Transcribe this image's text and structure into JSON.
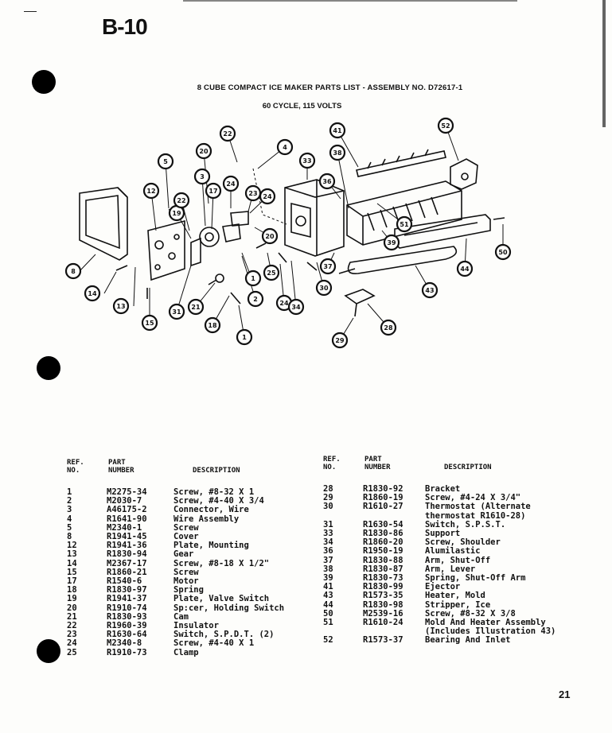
{
  "page_id": "B-10",
  "page_number": "21",
  "title": "8 CUBE COMPACT ICE MAKER PARTS LIST - ASSEMBLY NO. D72617-1",
  "subtitle": "60 CYCLE, 115 VOLTS",
  "columns": {
    "ref": "REF.\nNO.",
    "part": "PART\nNUMBER",
    "description": "DESCRIPTION"
  },
  "callouts": [
    "1",
    "2",
    "3",
    "4",
    "5",
    "8",
    "12",
    "13",
    "14",
    "15",
    "17",
    "18",
    "19",
    "20",
    "21",
    "22",
    "23",
    "24",
    "25",
    "28",
    "29",
    "30",
    "31",
    "33",
    "34",
    "36",
    "37",
    "38",
    "39",
    "41",
    "43",
    "44",
    "50",
    "51",
    "52"
  ],
  "left_parts": [
    {
      "ref": "1",
      "part": "M2275-34",
      "desc": "Screw, #8-32 X 1"
    },
    {
      "ref": "2",
      "part": "M2030-7",
      "desc": "Screw, #4-40 X 3/4"
    },
    {
      "ref": "3",
      "part": "A46175-2",
      "desc": "Connector, Wire"
    },
    {
      "ref": "4",
      "part": "R1641-90",
      "desc": "Wire Assembly"
    },
    {
      "ref": "5",
      "part": "M2340-1",
      "desc": "Screw"
    },
    {
      "ref": "8",
      "part": "R1941-45",
      "desc": "Cover"
    },
    {
      "ref": "12",
      "part": "R1941-36",
      "desc": "Plate, Mounting"
    },
    {
      "ref": "13",
      "part": "R1830-94",
      "desc": "Gear"
    },
    {
      "ref": "14",
      "part": "M2367-17",
      "desc": "Screw, #8-18 X 1/2\""
    },
    {
      "ref": "15",
      "part": "R1860-21",
      "desc": "Screw"
    },
    {
      "ref": "17",
      "part": "R1540-6",
      "desc": "Motor"
    },
    {
      "ref": "18",
      "part": "R1830-97",
      "desc": "Spring"
    },
    {
      "ref": "19",
      "part": "R1941-37",
      "desc": "Plate, Valve Switch"
    },
    {
      "ref": "20",
      "part": "R1910-74",
      "desc": "Sp:cer, Holding Switch"
    },
    {
      "ref": "21",
      "part": "R1830-93",
      "desc": "Cam"
    },
    {
      "ref": "22",
      "part": "R1960-39",
      "desc": "Insulator"
    },
    {
      "ref": "23",
      "part": "R1630-64",
      "desc": "Switch, S.P.D.T. (2)"
    },
    {
      "ref": "24",
      "part": "M2340-8",
      "desc": "Screw, #4-40 X 1"
    },
    {
      "ref": "25",
      "part": "R1910-73",
      "desc": "Clamp"
    }
  ],
  "right_parts": [
    {
      "ref": "28",
      "part": "R1830-92",
      "desc": "Bracket"
    },
    {
      "ref": "29",
      "part": "R1860-19",
      "desc": "Screw, #4-24 X 3/4\""
    },
    {
      "ref": "30",
      "part": "R1610-27",
      "desc": "Thermostat (Alternate"
    },
    {
      "ref": "",
      "part": "",
      "desc": "thermostat R1610-28)"
    },
    {
      "ref": "31",
      "part": "R1630-54",
      "desc": "Switch, S.P.S.T."
    },
    {
      "ref": "33",
      "part": "R1830-86",
      "desc": "Support"
    },
    {
      "ref": "34",
      "part": "R1860-20",
      "desc": "Screw, Shoulder"
    },
    {
      "ref": "36",
      "part": "R1950-19",
      "desc": "Alumilastic"
    },
    {
      "ref": "37",
      "part": "R1830-88",
      "desc": "Arm, Shut-Off"
    },
    {
      "ref": "38",
      "part": "R1830-87",
      "desc": "Arm, Lever"
    },
    {
      "ref": "39",
      "part": "R1830-73",
      "desc": "Spring, Shut-Off Arm"
    },
    {
      "ref": "41",
      "part": "R1830-99",
      "desc": "Ejector"
    },
    {
      "ref": "43",
      "part": "R1573-35",
      "desc": "Heater, Mold"
    },
    {
      "ref": "44",
      "part": "R1830-98",
      "desc": "Stripper, Ice"
    },
    {
      "ref": "50",
      "part": "M2539-16",
      "desc": "Screw, #8-32 X 3/8"
    },
    {
      "ref": "51",
      "part": "R1610-24",
      "desc": "Mold And Heater Assembly"
    },
    {
      "ref": "",
      "part": "",
      "desc": "(Includes Illustration 43)"
    },
    {
      "ref": "52",
      "part": "R1573-37",
      "desc": "Bearing And Inlet"
    }
  ]
}
